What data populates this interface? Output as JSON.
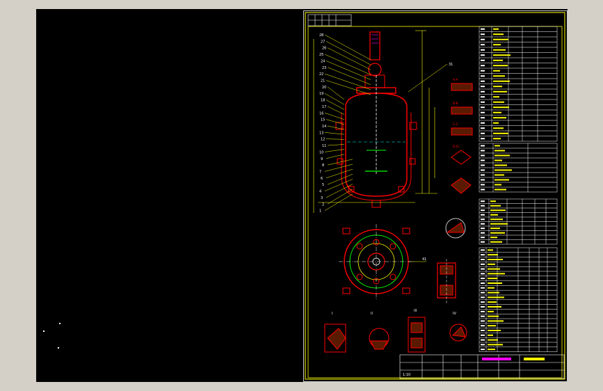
{
  "colors": {
    "background": "#d4d0c8",
    "model_space": "#000000",
    "frame": "#ffff00",
    "vessel": "#ff0000",
    "labels": "#ffffff",
    "table_lines": "#ffffff",
    "cyan": "#00ffff",
    "green": "#00ff00",
    "magenta": "#ff00ff"
  },
  "drawing": {
    "leader_numbers_left": [
      "28",
      "27",
      "26",
      "25",
      "24",
      "23",
      "22",
      "21",
      "20",
      "19",
      "18",
      "17",
      "16",
      "15",
      "14",
      "13",
      "12",
      "11",
      "10",
      "9",
      "8",
      "7",
      "6",
      "5",
      "4",
      "3",
      "2",
      "1"
    ],
    "leader_number_right": "31",
    "plan_view_label": "41",
    "detail_labels": [
      "I",
      "II",
      "III",
      "IV"
    ],
    "detail_scale_labels": [
      "A-A",
      "B-B",
      "C-C",
      "D-D"
    ],
    "title_block_note": "1:10"
  },
  "icons": {
    "ucs_marker": "dot-icon"
  }
}
